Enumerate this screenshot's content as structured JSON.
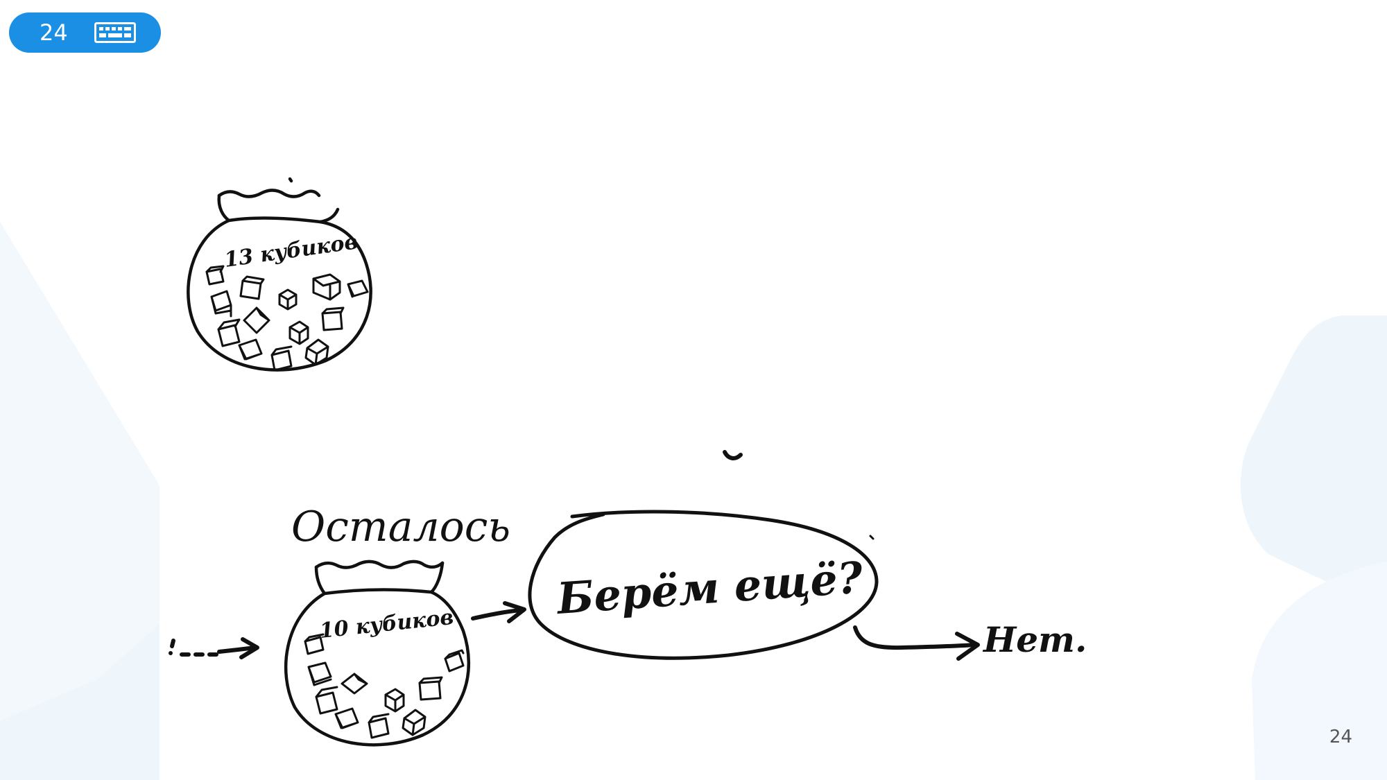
{
  "badge": {
    "number": "24",
    "color": "#1a8fe3",
    "icon": "keyboard-icon"
  },
  "page_number": "24",
  "diagram": {
    "jar_top": {
      "label": "13 кубиков",
      "count": 13
    },
    "jar_bottom": {
      "label": "10 кубиков",
      "count": 10
    },
    "remaining_label": "Осталось",
    "question": "Берём ещё?",
    "answer": "Нет."
  },
  "colors": {
    "accent": "#1a8fe3",
    "background_shape": "#eef6fc",
    "ink": "#111111"
  }
}
